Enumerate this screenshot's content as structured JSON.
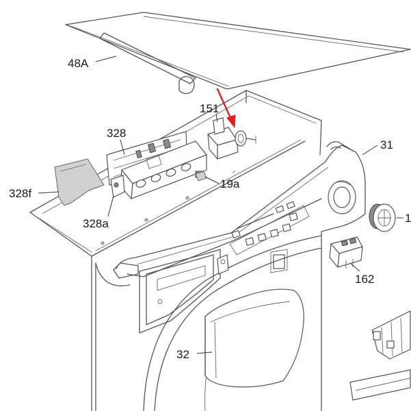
{
  "diagram": {
    "labels": {
      "l48a": "48A",
      "l151": "151",
      "l328": "328",
      "l31": "31",
      "l19a": "19a",
      "l328f": "328f",
      "l1": "1",
      "l328a": "328a",
      "l162": "162",
      "l32": "32"
    },
    "colors": {
      "highlight_arrow": "#e02020",
      "line_art": "#555555"
    }
  }
}
